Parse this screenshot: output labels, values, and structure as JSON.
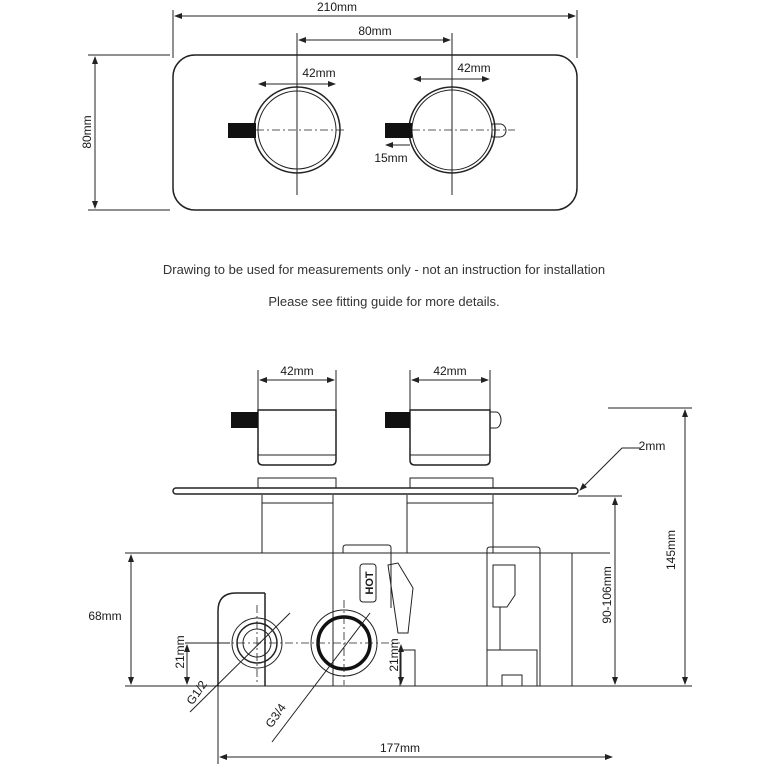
{
  "top_view": {
    "width_label": "210mm",
    "spacing_label": "80mm",
    "height_label": "80mm",
    "left_dial_label": "42mm",
    "right_dial_label": "42mm",
    "lever_label": "15mm"
  },
  "notes": {
    "line1": "Drawing to be used for measurements only - not an instruction for installation",
    "line2": "Please see fitting guide for more details."
  },
  "side_view": {
    "left_dial_label": "42mm",
    "right_dial_label": "42mm",
    "plate_thickness_label": "2mm",
    "total_depth_label": "145mm",
    "install_depth_label": "90-106mm",
    "body_height_label": "68mm",
    "left_inlet_height_label": "21mm",
    "right_inlet_height_label": "21mm",
    "left_inlet_thread_label": "G1/2",
    "right_inlet_thread_label": "G3/4",
    "hot_label": "HOT",
    "body_width_label": "177mm"
  }
}
